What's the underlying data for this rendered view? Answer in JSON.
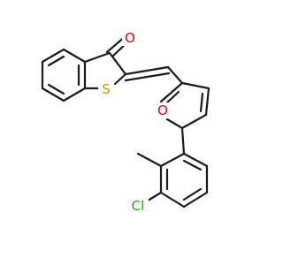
{
  "molecule": {
    "atom_labels": {
      "O1": "O",
      "S": "S",
      "O2": "O",
      "Cl": "Cl"
    },
    "colors": {
      "bond": "#1a1a1a",
      "oxygen": "#e8000b",
      "sulfur": "#b5a300",
      "chlorine": "#1faa00"
    }
  }
}
